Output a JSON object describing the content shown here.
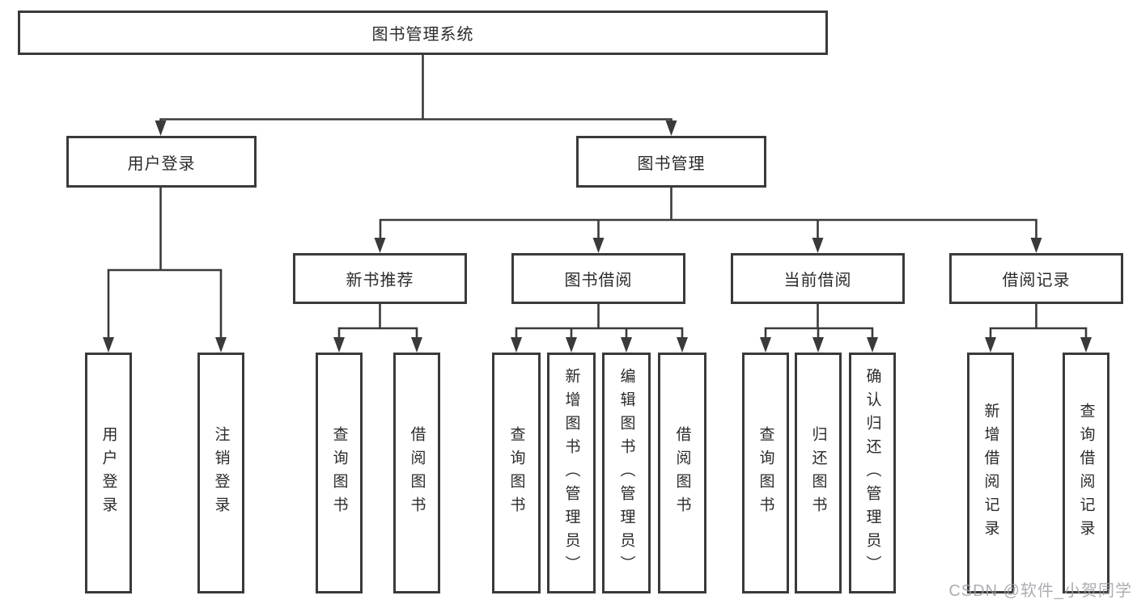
{
  "diagram": {
    "root": "图书管理系统",
    "level2": {
      "user_login": "用户登录",
      "book_mgmt": "图书管理"
    },
    "level3": {
      "recommend": "新书推荐",
      "borrow": "图书借阅",
      "current": "当前借阅",
      "records": "借阅记录"
    },
    "leaves": {
      "user": [
        "用户登录",
        "注销登录"
      ],
      "recommend": [
        "查询图书",
        "借阅图书"
      ],
      "borrow": [
        "查询图书",
        "新增图书（管理员）",
        "编辑图书（管理员）",
        "借阅图书"
      ],
      "current": [
        "查询图书",
        "归还图书",
        "确认归还（管理员）"
      ],
      "records": [
        "新增借阅记录",
        "查询借阅记录"
      ]
    }
  },
  "colors": {
    "line": "#3a3a3a",
    "background": "#ffffff",
    "watermark": "#9e9ea4"
  },
  "watermark": "CSDN @软件_小贺同学"
}
